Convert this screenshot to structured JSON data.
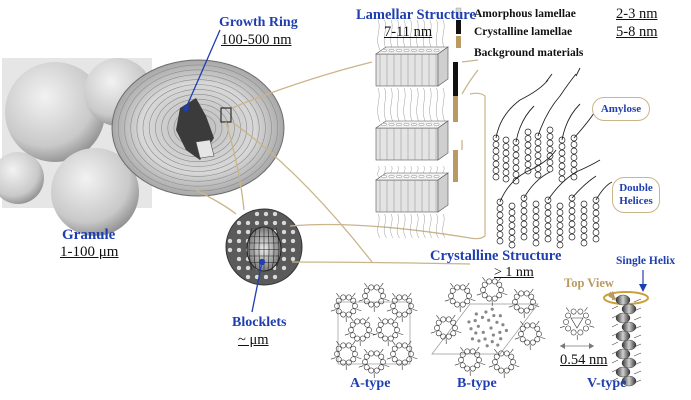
{
  "labels": {
    "granule": "Granule",
    "granule_size": "1-100 μm",
    "growth_ring": "Growth Ring",
    "growth_ring_size": "100-500 nm",
    "blocklets": "Blocklets",
    "blocklets_size": "~ μm",
    "lamellar": "Lamellar Structure",
    "lamellar_size": "7-11 nm",
    "crystalline": "Crystalline Structure",
    "crystalline_size": "> 1 nm",
    "amylose": "Amylose",
    "double_helices": "Double Helices",
    "single_helix": "Single  Helix",
    "top_view": "Top View",
    "v_dim": "0.54 nm",
    "a_type": "A-type",
    "b_type": "B-type",
    "v_type": "V-type"
  },
  "legend": [
    {
      "label": "Amorphous lamellae",
      "size": "2-3 nm",
      "color": "#d9d9d9"
    },
    {
      "label": "Crystalline lamellae",
      "size": "5-8 nm",
      "color": "#111111"
    },
    {
      "label": "Background materials",
      "size": "",
      "color": "#b89a62"
    }
  ],
  "colors": {
    "accent_blue": "#1f3fb0",
    "connector_tan": "#c9b58a",
    "leader_blue": "#1f3fb0"
  }
}
